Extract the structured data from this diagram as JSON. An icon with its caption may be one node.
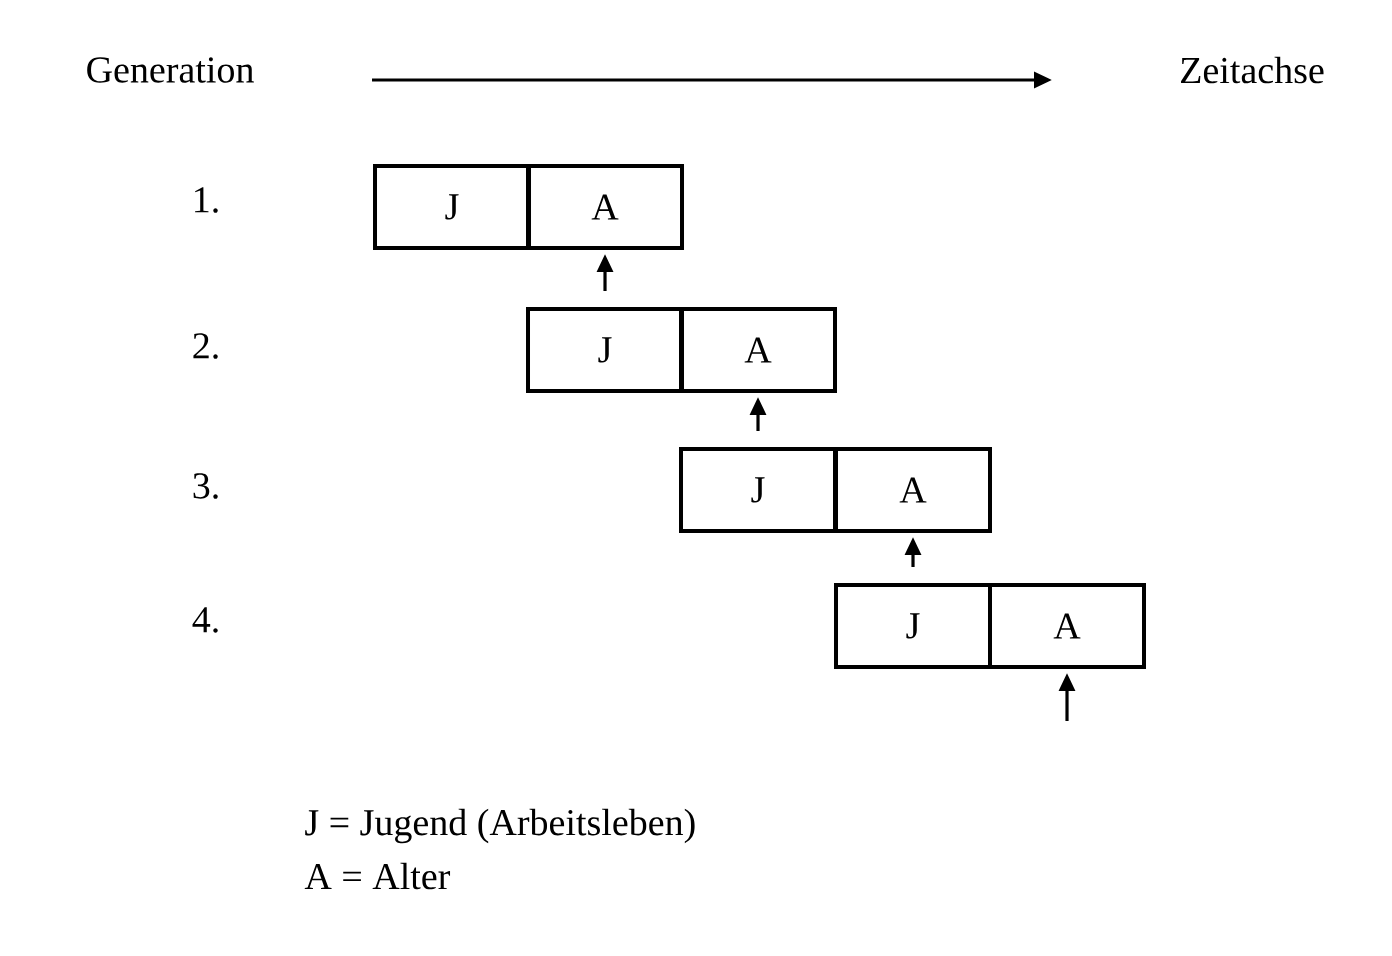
{
  "diagram": {
    "nodes": [
      {
        "text": [
          "J"
        ]
      },
      {
        "text": [
          "A"
        ]
      },
      {
        "text": [
          "J"
        ]
      },
      {
        "text": [
          "A"
        ]
      },
      {
        "text": [
          "J"
        ]
      },
      {
        "text": [
          "A"
        ]
      },
      {
        "text": [
          "J"
        ]
      },
      {
        "text": [
          "A"
        ]
      }
    ],
    "edges": [
      {
        "from": 2,
        "to": 1,
        "arrow": "to"
      },
      {
        "from": 4,
        "to": 3,
        "arrow": "to"
      },
      {
        "from": 6,
        "to": 5,
        "arrow": "to"
      },
      {
        "from": null,
        "to": 7,
        "arrow": "to"
      }
    ],
    "labels": [
      "Generation",
      "Zeitachse",
      "1.",
      "2.",
      "3.",
      "4.",
      "J = Jugend (Arbeitsleben)",
      "A = Alter"
    ]
  }
}
